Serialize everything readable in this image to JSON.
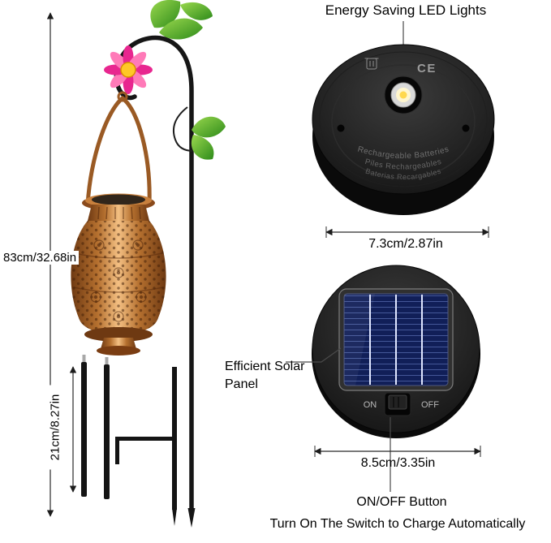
{
  "assembled_view": {
    "height_label": "83cm/32.68in",
    "pole_length_label": "21cm/8.27in"
  },
  "led_unit": {
    "callout_label": "Energy Saving LED Lights",
    "ce_mark": "CE",
    "printed_text": [
      "Rechargeable Batteries",
      "Piles Rechargeables",
      "Baterias Recargables"
    ],
    "diameter_label": "7.3cm/2.87in"
  },
  "solar_unit": {
    "panel_callout_label": "Efficient Solar Panel",
    "switch_on_label": "ON",
    "switch_off_label": "OFF",
    "diameter_label": "8.5cm/3.35in",
    "switch_callout_label": "ON/OFF Button",
    "instruction_label": "Turn On The Switch to Charge Automatically"
  },
  "colors": {
    "copper": "#b5702f",
    "flower_pink": "#e8268f",
    "flower_pink_light": "#ff7ab8",
    "leaf_green": "#4caf2e",
    "solar_panel_blue": "#111f58",
    "unit_black": "#1a1a1a"
  }
}
